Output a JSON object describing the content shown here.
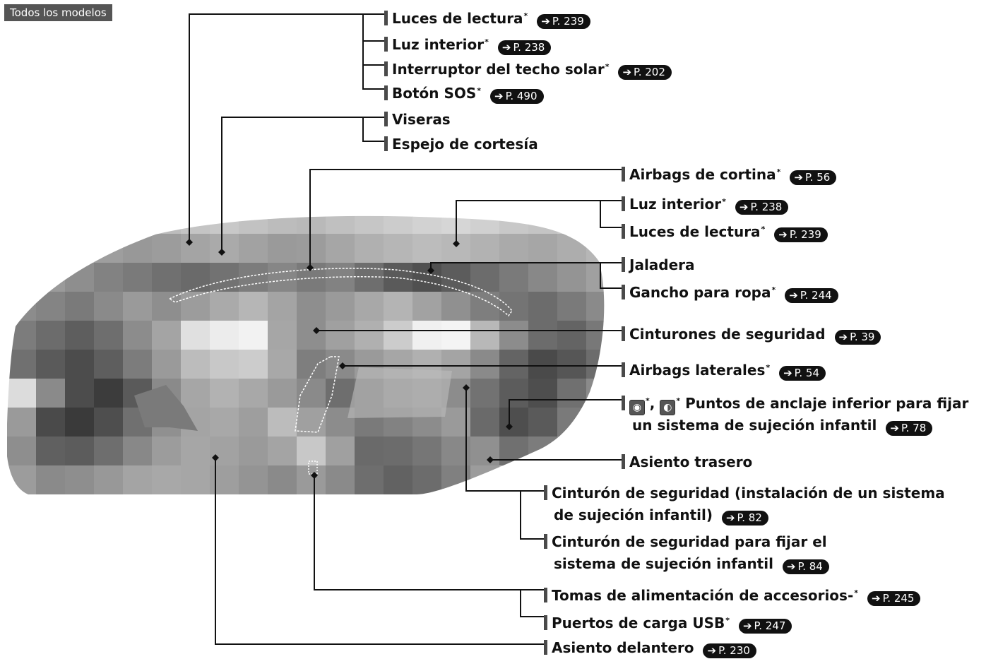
{
  "page_tag": "Todos los modelos",
  "arrow_glyph": "➔",
  "asterisk": "*",
  "callouts": {
    "luces_lectura_1": {
      "text": "Luces de lectura",
      "ref": "P. 239"
    },
    "luz_interior_1": {
      "text": "Luz interior",
      "ref": "P. 238"
    },
    "techo_solar": {
      "text": "Interruptor del techo solar",
      "ref": "P. 202"
    },
    "boton_sos": {
      "text": "Botón SOS",
      "ref": "P. 490"
    },
    "viseras": {
      "text": "Viseras"
    },
    "espejo": {
      "text": "Espejo de cortesía"
    },
    "airbags_cortina": {
      "text": "Airbags de cortina",
      "ref": "P. 56"
    },
    "luz_interior_2": {
      "text": "Luz interior",
      "ref": "P. 238"
    },
    "luces_lectura_2": {
      "text": "Luces de lectura",
      "ref": "P. 239"
    },
    "jaladera": {
      "text": "Jaladera"
    },
    "gancho": {
      "text": "Gancho para ropa",
      "ref": "P. 244"
    },
    "cinturones": {
      "text": "Cinturones de seguridad",
      "ref": "P. 39"
    },
    "airbags_laterales": {
      "text": "Airbags laterales",
      "ref": "P. 54"
    },
    "anclaje": {
      "line1": "Puntos de anclaje inferior para fijar",
      "line2": "un sistema de sujeción infantil",
      "ref": "P. 78",
      "comma": ","
    },
    "asiento_trasero": {
      "text": "Asiento trasero"
    },
    "cinturon_instalacion": {
      "line1": "Cinturón de seguridad (instalación de un sistema",
      "line2": "de sujeción infantil)",
      "ref": "P. 82"
    },
    "cinturon_fijar": {
      "line1": "Cinturón de seguridad para fijar el",
      "line2": "sistema de sujeción infantil",
      "ref": "P. 84"
    },
    "tomas": {
      "text": "Tomas de alimentación de accesorios-",
      "ref": "P. 245"
    },
    "puertos_usb": {
      "text": "Puertos de carga USB",
      "ref": "P. 247"
    },
    "asiento_delantero": {
      "text": "Asiento delantero",
      "ref": "P. 230"
    }
  },
  "icons": {
    "anchor_icon_1": "child-seat-lower-anchor-icon",
    "anchor_icon_2": "child-seat-tether-icon"
  },
  "colors": {
    "leader": "#111111",
    "tag_bg": "#555555",
    "ref_pill": "#111111"
  }
}
